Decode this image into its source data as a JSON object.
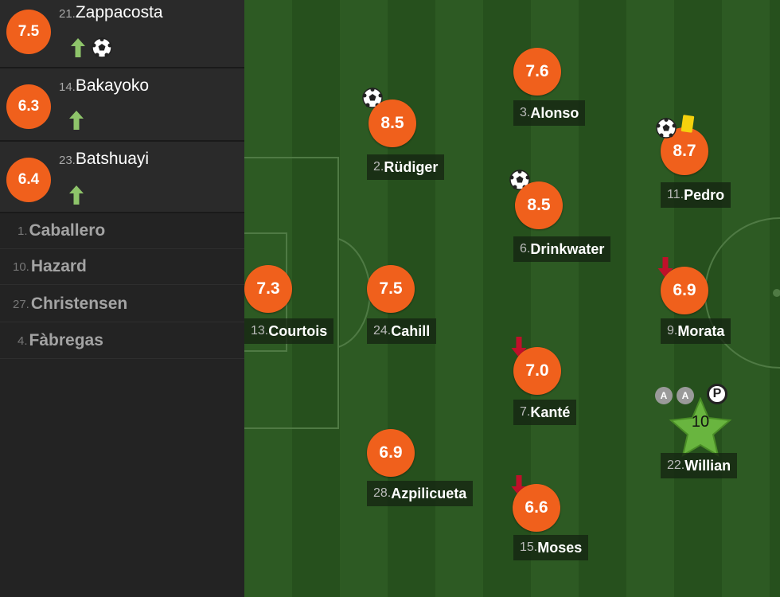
{
  "substitutes": [
    {
      "rating": "7.5",
      "number": "21.",
      "name": "Zappacosta",
      "icons": [
        "sub-on-arrow-icon",
        "goal-ball-icon"
      ]
    },
    {
      "rating": "6.3",
      "number": "14.",
      "name": "Bakayoko",
      "icons": [
        "sub-on-arrow-icon"
      ]
    },
    {
      "rating": "6.4",
      "number": "23.",
      "name": "Batshuayi",
      "icons": [
        "sub-on-arrow-icon"
      ]
    }
  ],
  "bench": [
    {
      "number": "1.",
      "name": "Caballero"
    },
    {
      "number": "10.",
      "name": "Hazard"
    },
    {
      "number": "27.",
      "name": "Christensen"
    },
    {
      "number": "4.",
      "name": "Fàbregas"
    }
  ],
  "players": {
    "courtois": {
      "rating": "7.3",
      "number": "13.",
      "name": "Courtois"
    },
    "rudiger": {
      "rating": "8.5",
      "number": "2. ",
      "name": "Rüdiger"
    },
    "cahill": {
      "rating": "7.5",
      "number": "24.",
      "name": "Cahill"
    },
    "azpilicueta": {
      "rating": "6.9",
      "number": "28.",
      "name": "Azpilicueta"
    },
    "alonso": {
      "rating": "7.6",
      "number": "3. ",
      "name": "Alonso"
    },
    "drinkwater": {
      "rating": "8.5",
      "number": "6. ",
      "name": "Drinkwater"
    },
    "kante": {
      "rating": "7.0",
      "number": "7. ",
      "name": "Kanté"
    },
    "moses": {
      "rating": "6.6",
      "number": "15.",
      "name": "Moses"
    },
    "pedro": {
      "rating": "8.7",
      "number": "11.",
      "name": "Pedro"
    },
    "morata": {
      "rating": "6.9",
      "number": "9. ",
      "name": "Morata"
    },
    "willian": {
      "rating": "10",
      "number": "22.",
      "name": "Willian"
    }
  },
  "badges": {
    "assist": "A",
    "penalty": "P"
  },
  "colors": {
    "rating": "#f0601c",
    "pitch_dark": "#26501d",
    "pitch_light": "#2d5a23",
    "star": "#69b53f",
    "sub_arrow": "#8ec46a",
    "sub_off_arrow": "#c0102a",
    "yellow_card": "#f5d10d"
  }
}
